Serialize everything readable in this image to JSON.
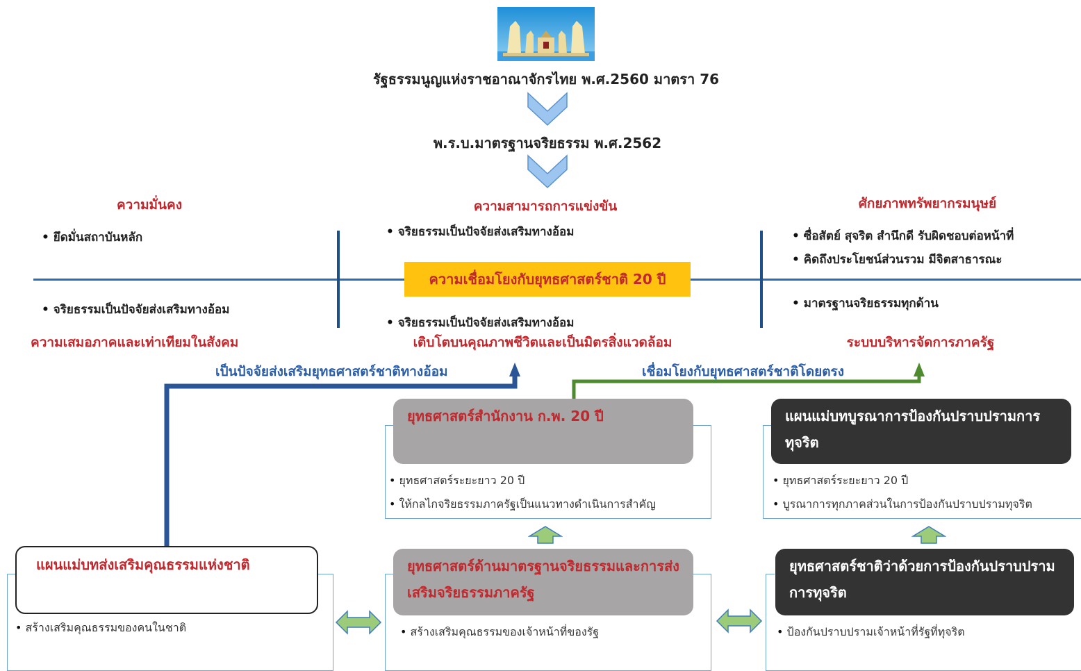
{
  "header": {
    "constitution": "รัฐธรรมนูญแห่งราชอาณาจักรไทย พ.ศ.2560 มาตรา 76",
    "act": "พ.ร.บ.มาตรฐานจริยธรรม พ.ศ.2562"
  },
  "pillars": {
    "security": {
      "title": "ความมั่นคง",
      "bullets": [
        "ยึดมั่นสถาบันหลัก"
      ]
    },
    "competitiveness": {
      "title": "ความสามารถการแข่งขัน",
      "bullets": [
        "จริยธรรมเป็นปัจจัยส่งเสริมทางอ้อม"
      ]
    },
    "human": {
      "title": "ศักยภาพทรัพยากรมนุษย์",
      "bullets": [
        "ซื่อสัตย์ สุจริต สำนึกดี รับผิดชอบต่อหน้าที่",
        "คิดถึงประโยชน์ส่วนรวม มีจิตสาธารณะ"
      ]
    },
    "equality": {
      "title": "ความเสมอภาคและเท่าเทียมในสังคม",
      "bullets": [
        "จริยธรรมเป็นปัจจัยส่งเสริมทางอ้อม"
      ]
    },
    "growth": {
      "title": "เติบโตบนคุณภาพชีวิตและเป็นมิตรสิ่งแวดล้อม",
      "bullets": [
        "จริยธรรมเป็นปัจจัยส่งเสริมทางอ้อม"
      ]
    },
    "admin": {
      "title": "ระบบบริหารจัดการภาครัฐ",
      "bullets": [
        "มาตรฐานจริยธรรมทุกด้าน"
      ]
    }
  },
  "center_label": "ความเชื่อมโยงกับยุทธศาสตร์ชาติ 20 ปี",
  "links": {
    "indirect": "เป็นปัจจัยส่งเสริมยุทธศาสตร์ชาติทางอ้อม",
    "direct": "เชื่อมโยงกับยุทธศาสตร์ชาติโดยตรง"
  },
  "boxes": {
    "ocsc": {
      "title": "ยุทธศาสตร์สำนักงาน ก.พ. 20 ปี",
      "bullets": [
        "ยุทธศาสตร์ระยะยาว 20 ปี",
        "ให้กลไกจริยธรรมภาครัฐเป็นแนวทางดำเนินการสำคัญ"
      ]
    },
    "anticorruption_plan": {
      "title": "แผนแม่บทบูรณาการป้องกันปราบปรามการทุจริต",
      "bullets": [
        "ยุทธศาสตร์ระยะยาว 20 ปี",
        "บูรณาการทุกภาคส่วนในการป้องกันปราบปรามทุจริต"
      ]
    },
    "virtue_plan": {
      "title": "แผนแม่บทส่งเสริมคุณธรรมแห่งชาติ",
      "bullets": [
        "สร้างเสริมคุณธรรมของคนในชาติ"
      ]
    },
    "ethics_strategy": {
      "title": "ยุทธศาสตร์ด้านมาตรฐานจริยธรรมและการส่งเสริมจริยธรรมภาครัฐ",
      "bullets": [
        "สร้างเสริมคุณธรรมของเจ้าหน้าที่ของรัฐ"
      ]
    },
    "anticorruption_strategy": {
      "title": "ยุทธศาสตร์ชาติว่าด้วยการป้องกันปราบปรามการทุจริต",
      "bullets": [
        "ป้องกันปราบปรามเจ้าหน้าที่รัฐที่ทุจริต"
      ]
    }
  },
  "colors": {
    "title_red": "#c0282d",
    "link_blue": "#2b5ea7",
    "axis_blue": "#2a6db5",
    "direct_green": "#4e8a2e",
    "center_fill": "#ffc20e",
    "grey_box": "#a7a5a5",
    "dark_box": "#333333"
  },
  "icons": [
    "monument-icon",
    "chevron-down-icon",
    "arrow-up-icon",
    "double-arrow-icon"
  ]
}
